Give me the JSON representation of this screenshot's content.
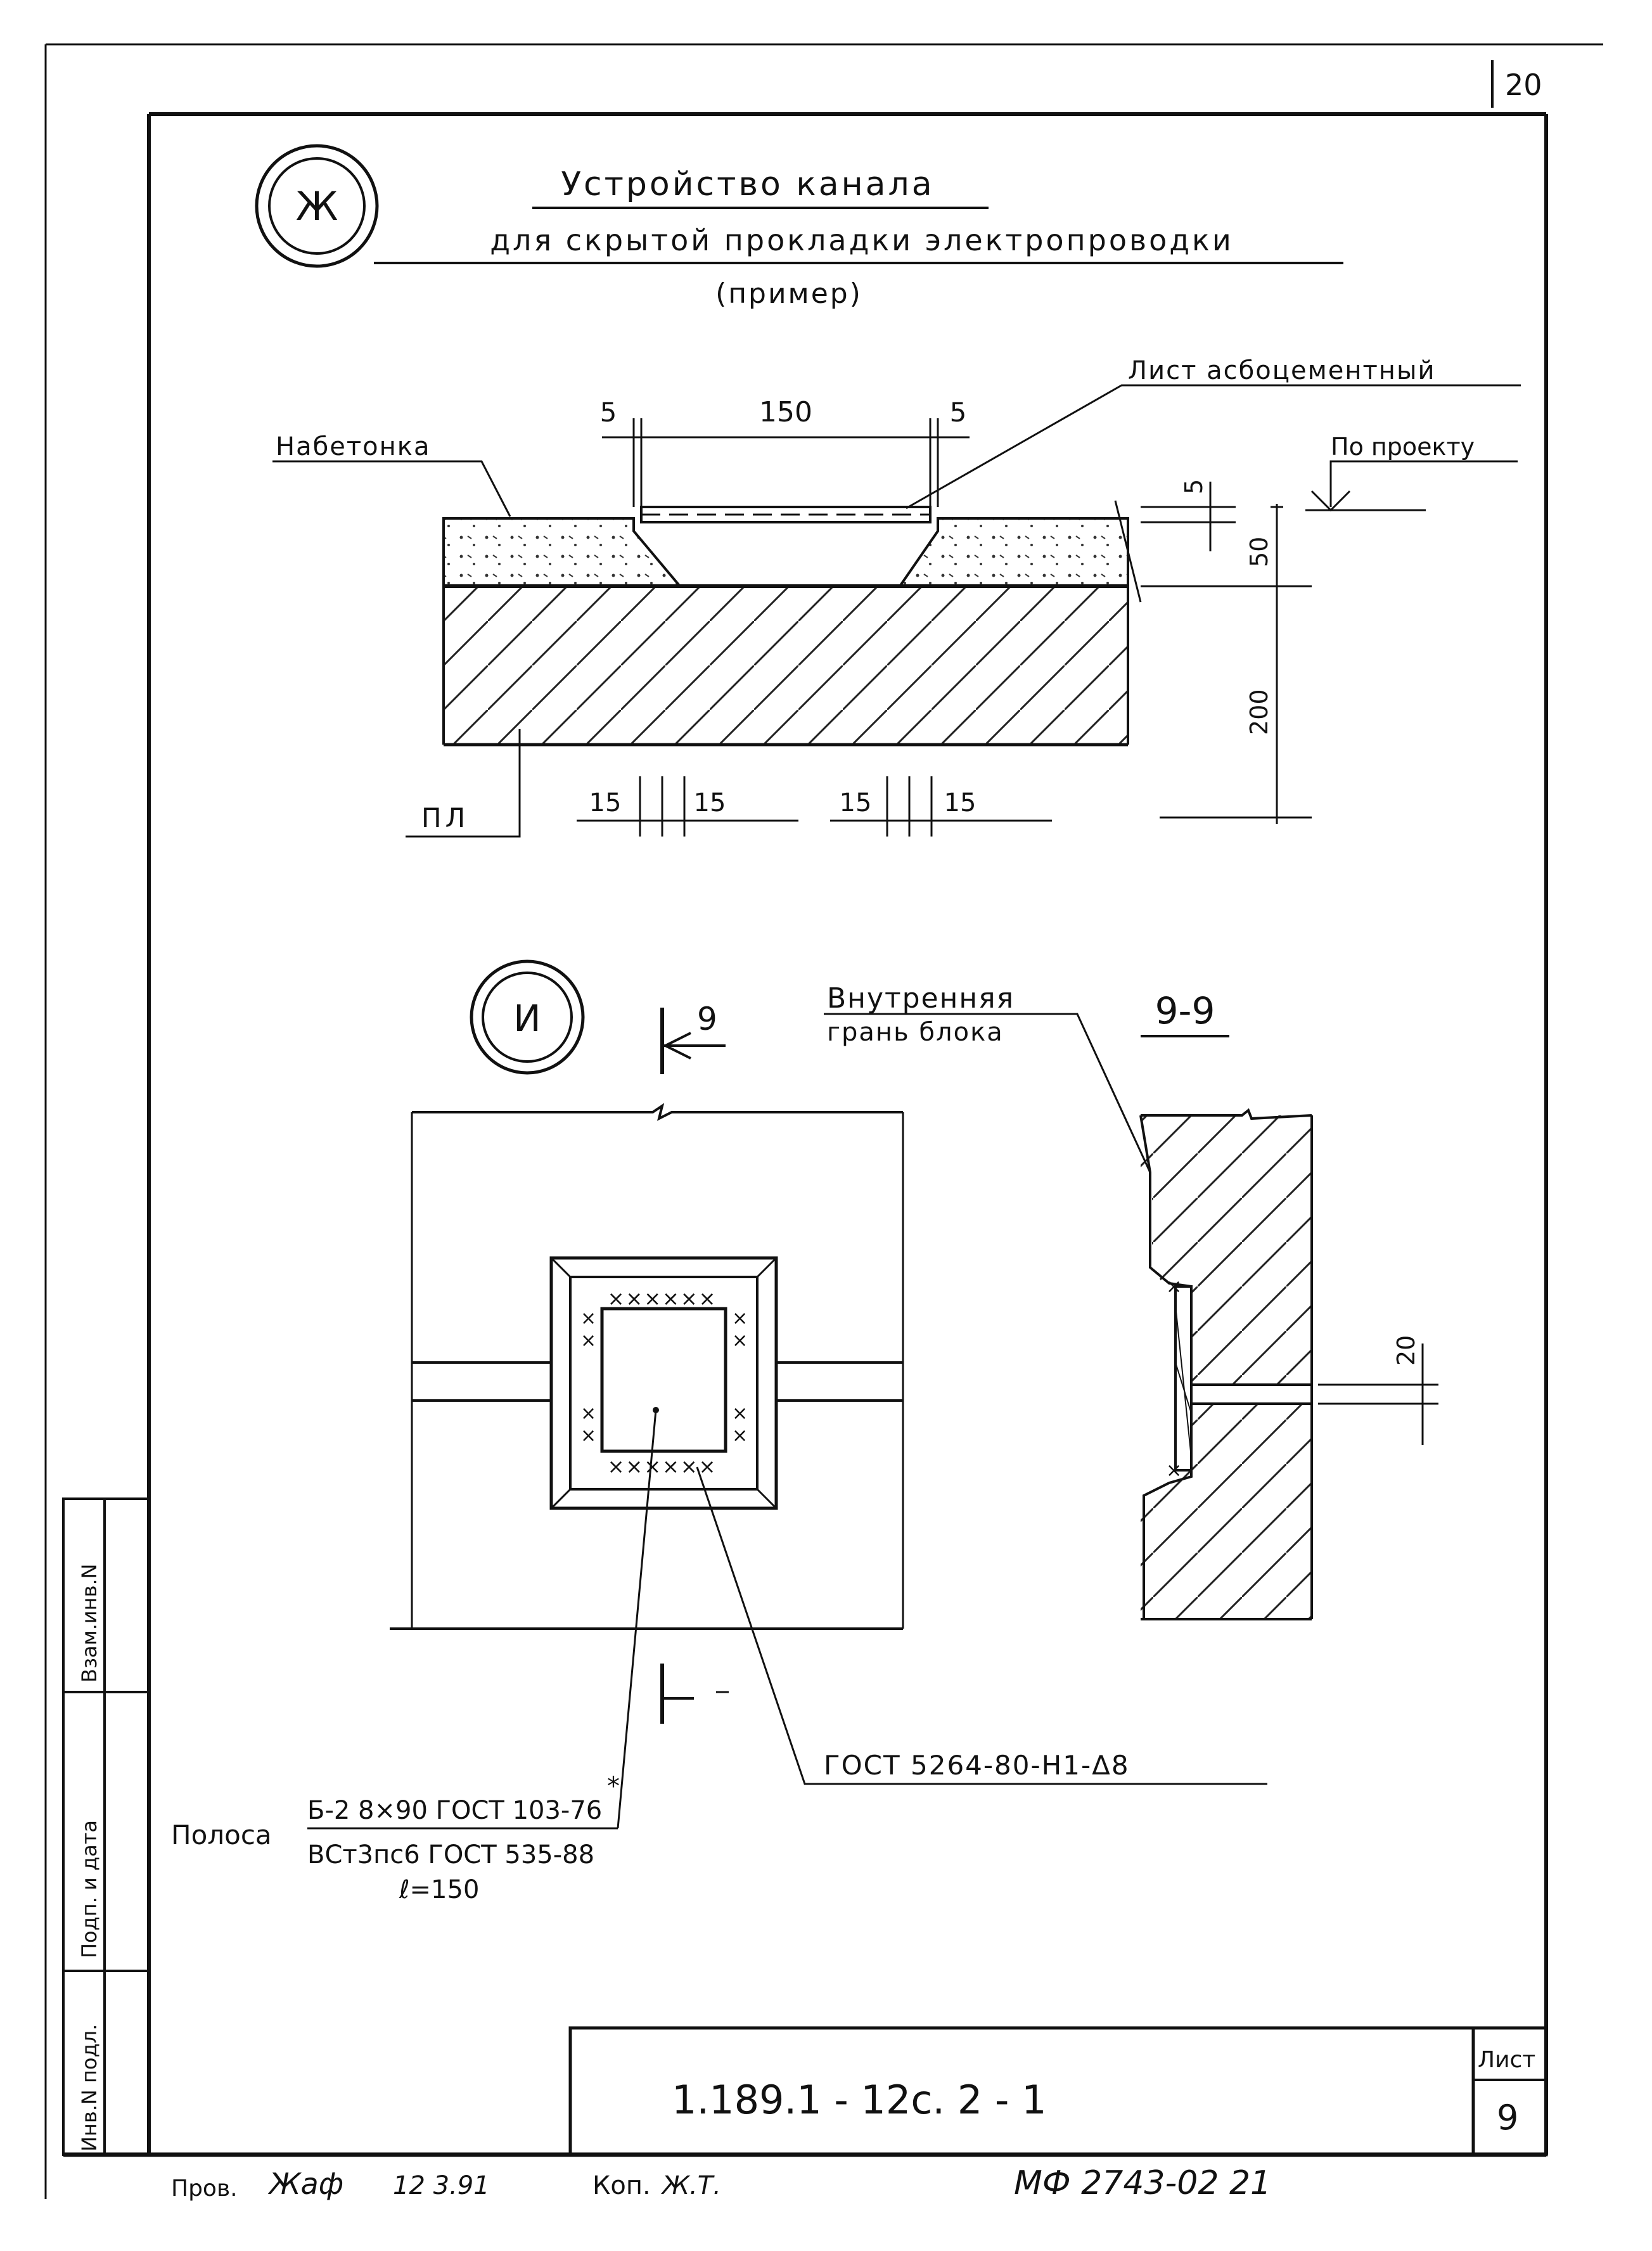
{
  "sheet": {
    "corner_number": "20",
    "list_label": "Лист",
    "list_number": "9",
    "document_code": "1.189.1 - 12с. 2 - 1",
    "archive_code": "МФ 2743-02  21",
    "footer": {
      "checked_label": "Пров.",
      "checked_signature": "Жаф",
      "checked_date": "12 3.91",
      "copied_label": "Коп.",
      "copied_signature": "Ж.Т."
    },
    "side_stamp": {
      "inv_orig": "Инв.N подл.",
      "sign_date": "Подп. и дата",
      "replace_inv": "Взам.инв.N"
    }
  },
  "detail_zh": {
    "marker": "Ж",
    "title_line1": "Устройство канала",
    "title_line2": "для скрытой прокладки электропроводки",
    "subtitle": "(пример)",
    "labels": {
      "asbestos_sheet": "Лист асбоцементный",
      "concrete_topping": "Набетонка",
      "per_project": "По проекту",
      "slab": "ПЛ"
    },
    "dims": {
      "gap_left": "5",
      "channel_width": "150",
      "gap_right": "5",
      "sheet_thickness": "5",
      "topping_thickness": "50",
      "slab_thickness": "200",
      "bottom_1": "15",
      "bottom_2": "15",
      "bottom_3": "15",
      "bottom_4": "15"
    }
  },
  "detail_i": {
    "marker": "И",
    "section_mark": "9",
    "section_title": "9-9",
    "labels": {
      "inner_face_line1": "Внутренняя",
      "inner_face_line2": "грань блока",
      "weld_spec": "ГОСТ 5264-80-Н1-Δ8",
      "strip_word": "Полоса",
      "strip_line1": "Б-2  8×90 ГОСТ 103-76",
      "strip_star": "*",
      "strip_line2": "ВСт3пс6 ГОСТ 535-88",
      "strip_length": "ℓ=150"
    },
    "dims": {
      "joint_width": "20"
    }
  }
}
